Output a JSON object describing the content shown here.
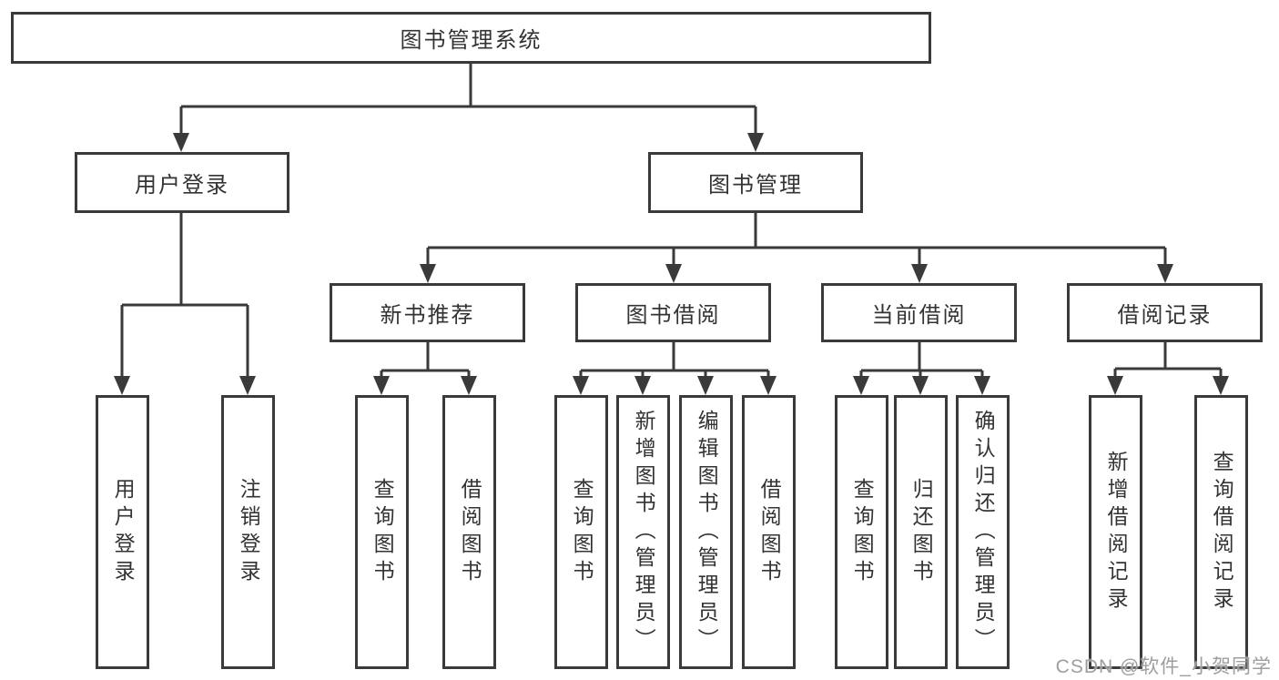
{
  "tree": {
    "root": {
      "label": "图书管理系统"
    },
    "level1": [
      {
        "label": "用户登录",
        "children": [
          {
            "label": "用户登录"
          },
          {
            "label": "注销登录"
          }
        ]
      },
      {
        "label": "图书管理",
        "children": [
          {
            "label": "新书推荐",
            "children": [
              {
                "label": "查询图书"
              },
              {
                "label": "借阅图书"
              }
            ]
          },
          {
            "label": "图书借阅",
            "children": [
              {
                "label": "查询图书"
              },
              {
                "label": "新增图书（管理员）"
              },
              {
                "label": "编辑图书（管理员）"
              },
              {
                "label": "借阅图书"
              }
            ]
          },
          {
            "label": "当前借阅",
            "children": [
              {
                "label": "查询图书"
              },
              {
                "label": "归还图书"
              },
              {
                "label": "确认归还（管理员）"
              }
            ]
          },
          {
            "label": "借阅记录",
            "children": [
              {
                "label": "新增借阅记录"
              },
              {
                "label": "查询借阅记录"
              }
            ]
          }
        ]
      }
    ]
  },
  "watermark": {
    "text": "CSDN @软件_小贺同学"
  },
  "colors": {
    "line": "#3a3a3a",
    "box_border": "#3a3a3a",
    "text": "#333333",
    "watermark": "#9e9e9e",
    "background": "#ffffff"
  }
}
